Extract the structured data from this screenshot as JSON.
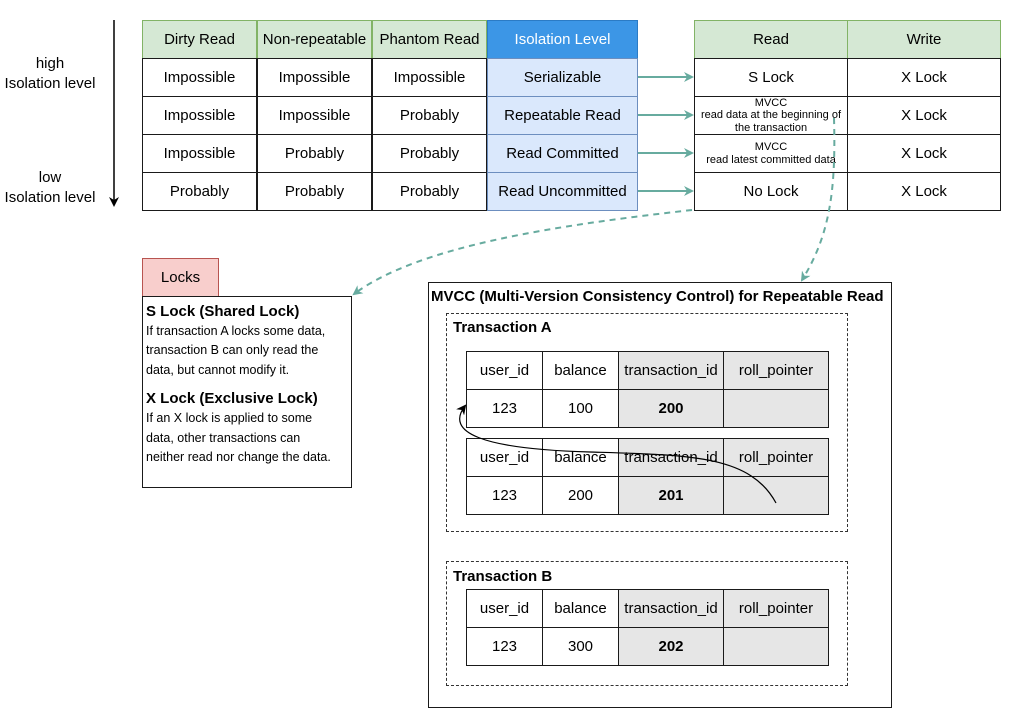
{
  "side_labels": {
    "high": [
      "high",
      "Isolation level"
    ],
    "low": [
      "low",
      "Isolation level"
    ]
  },
  "isolation_table": {
    "headers": [
      "Dirty Read",
      "Non-repeatable",
      "Phantom Read",
      "Isolation Level"
    ],
    "rows": [
      [
        "Impossible",
        "Impossible",
        "Impossible",
        "Serializable"
      ],
      [
        "Impossible",
        "Impossible",
        "Probably",
        "Repeatable Read"
      ],
      [
        "Impossible",
        "Probably",
        "Probably",
        "Read Committed"
      ],
      [
        "Probably",
        "Probably",
        "Probably",
        "Read Uncommitted"
      ]
    ]
  },
  "lock_table": {
    "headers": [
      "Read",
      "Write"
    ],
    "rows": [
      {
        "read": [
          "S Lock"
        ],
        "write": "X Lock"
      },
      {
        "read": [
          "MVCC",
          "read data at the beginning of",
          "the transaction"
        ],
        "write": "X Lock"
      },
      {
        "read": [
          "MVCC",
          "read latest committed data"
        ],
        "write": "X Lock"
      },
      {
        "read": [
          "No Lock"
        ],
        "write": "X Lock"
      }
    ]
  },
  "locks_panel": {
    "tab": "Locks",
    "s_title": "S Lock (Shared Lock)",
    "s_text": [
      "If transaction A locks some data,",
      "transaction B can only read the",
      "data, but cannot modify it."
    ],
    "x_title": "X Lock (Exclusive Lock)",
    "x_text": [
      "If an X lock is applied to some",
      "data, other transactions can",
      "neither read nor change the data."
    ]
  },
  "mvcc": {
    "title": "MVCC (Multi-Version Consistency Control) for Repeatable Read",
    "columns": [
      "user_id",
      "balance",
      "transaction_id",
      "roll_pointer"
    ],
    "transaction_a": {
      "title": "Transaction A",
      "records": [
        {
          "user_id": "123",
          "balance": "100",
          "transaction_id": "200",
          "roll_pointer": ""
        },
        {
          "user_id": "123",
          "balance": "200",
          "transaction_id": "201",
          "roll_pointer": ""
        }
      ]
    },
    "transaction_b": {
      "title": "Transaction B",
      "records": [
        {
          "user_id": "123",
          "balance": "300",
          "transaction_id": "202",
          "roll_pointer": ""
        }
      ]
    }
  },
  "colors": {
    "header_green": "#d5e8d4",
    "header_blue": "#3c96e6",
    "isolation_cell": "#dae8fc",
    "arrow_teal": "#67ab9f",
    "locks_tab": "#f8cecc",
    "gray_cell": "#e6e6e6"
  }
}
